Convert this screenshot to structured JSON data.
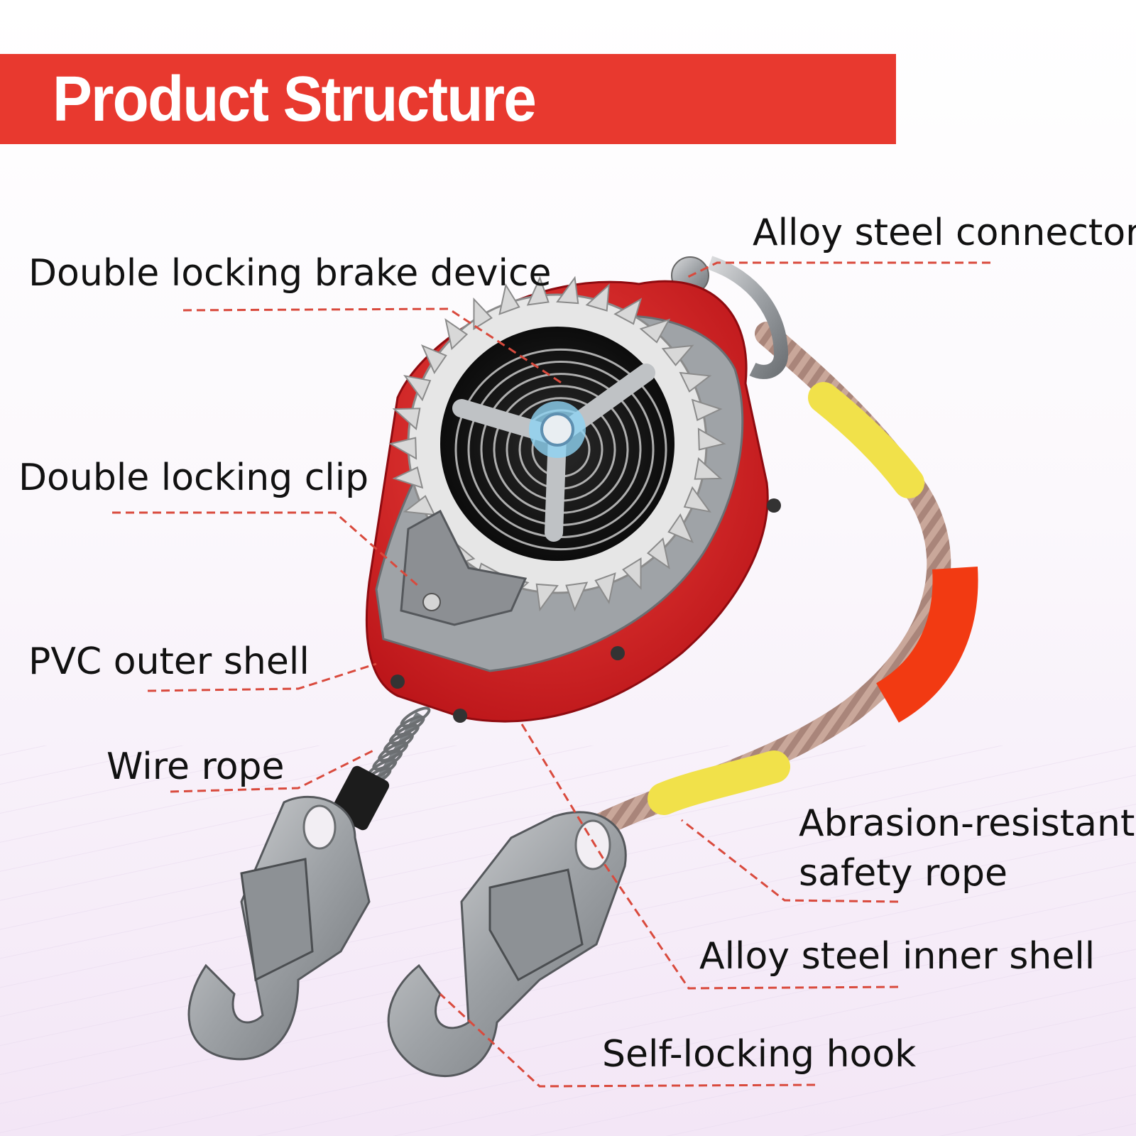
{
  "title": "Product Structure",
  "colors": {
    "banner": "#e8392f",
    "leader": "#d94a3d",
    "body": "#e1262a"
  },
  "labels": {
    "alloy_steel_connector": "Alloy steel connector",
    "double_locking_brake_device": "Double locking brake device",
    "double_locking_clip": "Double locking clip",
    "pvc_outer_shell": "PVC outer shell",
    "wire_rope": "Wire rope",
    "abrasion_resistant_line1": "Abrasion-resistant",
    "abrasion_resistant_line2": "safety rope",
    "alloy_steel_inner_shell": "Alloy steel inner shell",
    "self_locking_hook": "Self-locking hook"
  }
}
